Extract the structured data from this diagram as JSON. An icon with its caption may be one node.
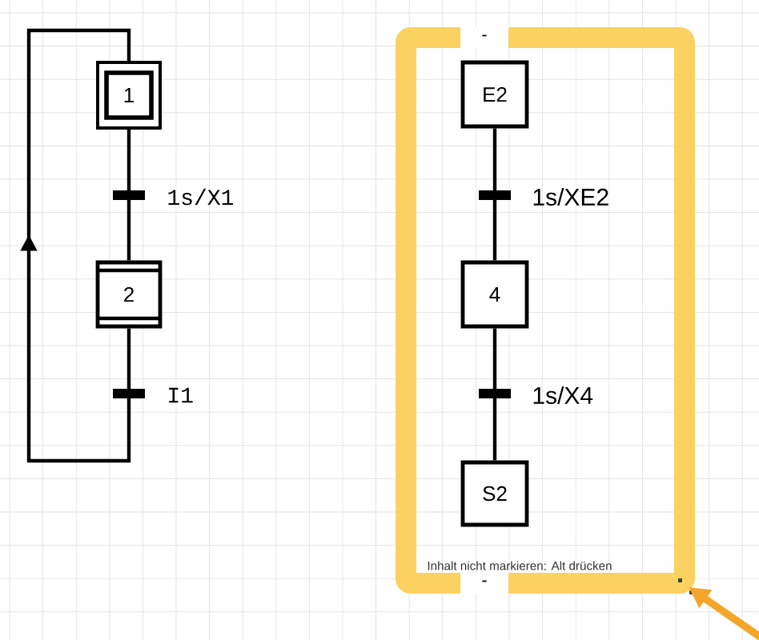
{
  "diagram": {
    "nodes": [
      {
        "text": [
          "1"
        ]
      },
      {
        "text": [
          "2"
        ]
      },
      {
        "text": [
          "-",
          "Inhalt nicht markieren: Alt drücken",
          "-"
        ]
      },
      {
        "text": [
          "E2"
        ],
        "in": 2
      },
      {
        "text": [
          "4"
        ],
        "in": 2
      },
      {
        "text": [
          "S2"
        ],
        "in": 2
      }
    ],
    "edges": [
      {
        "from": 0,
        "to": 1,
        "arrow": "none",
        "label": "1s/X1"
      },
      {
        "from": 1,
        "to": 0,
        "arrow": "to",
        "label": "I1"
      },
      {
        "from": 3,
        "to": 4,
        "arrow": "none",
        "label": "1s/XE2"
      },
      {
        "from": 4,
        "to": 5,
        "arrow": "none",
        "label": "1s/X4"
      },
      {
        "from": null,
        "to": 2,
        "arrow": "to",
        "style": "thick",
        "color": "#f4a62a"
      }
    ]
  }
}
